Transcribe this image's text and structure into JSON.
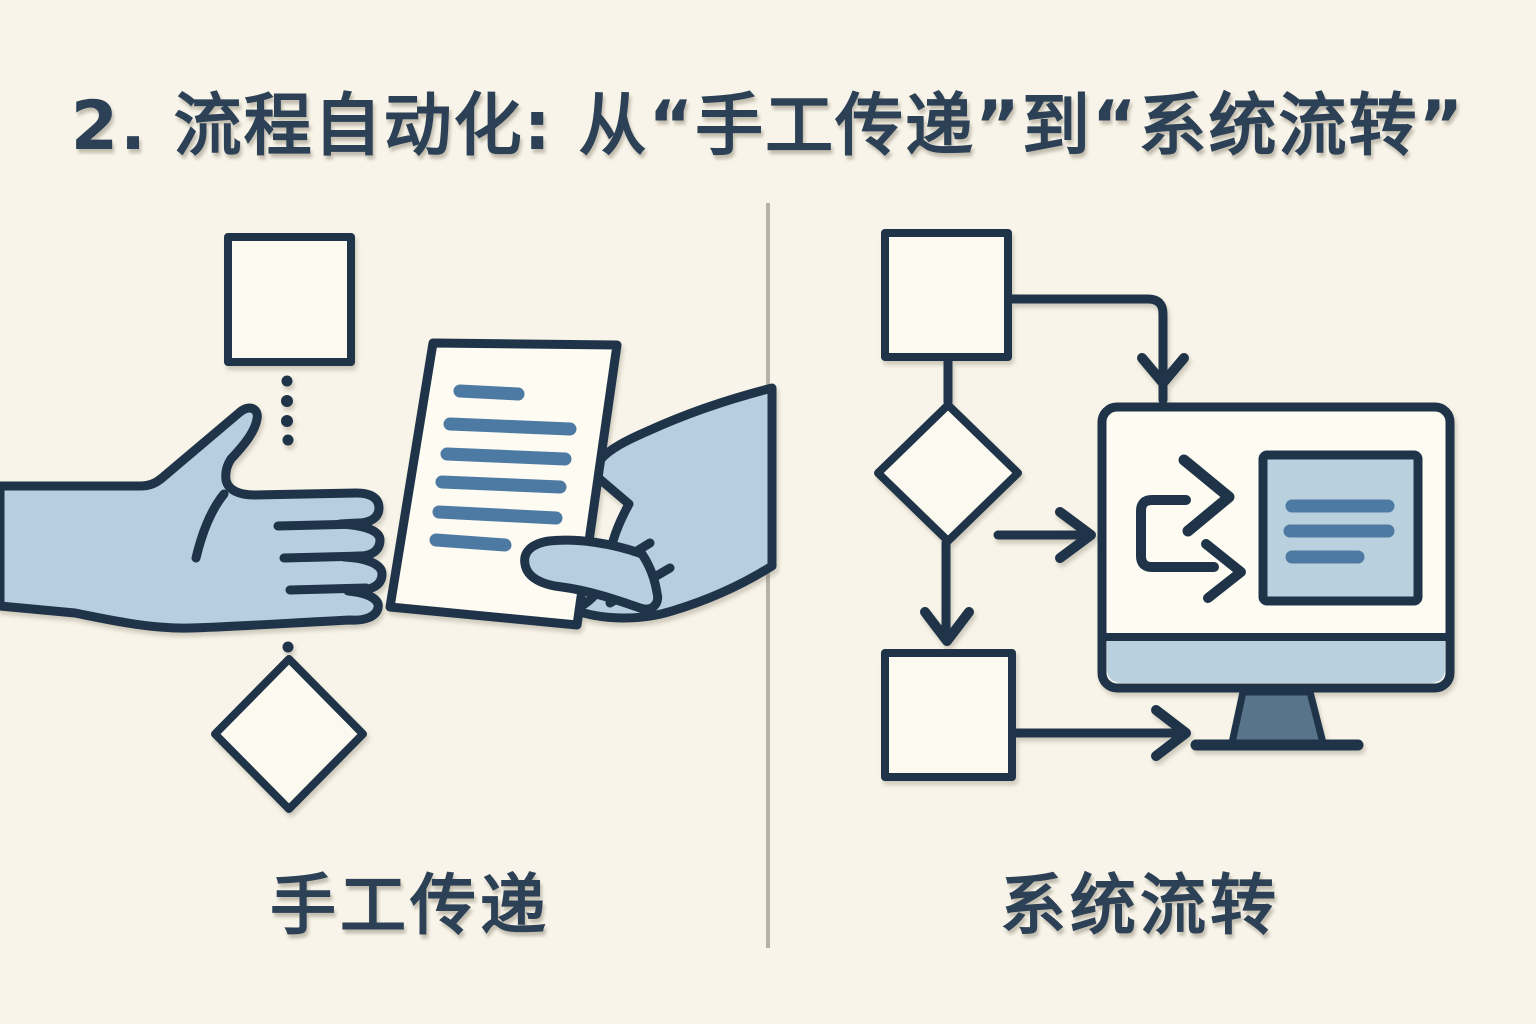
{
  "title": "2. 流程自动化: 从“手工传递”到“系统流转”",
  "left_panel": {
    "label": "手工传递",
    "elements": {
      "process_square_icon": "empty flowchart step box",
      "dotted_connector_icon": "4 dots between box and hands, 1 dot above diamond",
      "giving_hand_icon": "open hand reaching from left",
      "receiving_hand_icon": "hand from divider holding paper",
      "paper_document_icon": "tilted page with 6 text lines",
      "decision_diamond_icon": "empty flowchart decision diamond"
    },
    "document_line_count": 6
  },
  "right_panel": {
    "label": "系统流转",
    "elements": {
      "process_square_top_icon": "empty flowchart step box",
      "decision_diamond_icon": "empty flowchart decision diamond",
      "process_square_bottom_icon": "empty flowchart step box",
      "monitor_icon": "desktop computer displaying flow-in arrows and a data panel",
      "flow_arrow_icons": "solid arrows connecting steps into the system"
    },
    "screen_panel_line_count": 3
  },
  "colors": {
    "background": "#f8f4e9",
    "ink": "#1f3448",
    "title_ink": "#2c4156",
    "hand_fill": "#b6cedf",
    "accent_blue": "#4d7aa3",
    "bezel_blue": "#b9d0de",
    "stand_blue": "#57748a",
    "paper": "#fdfbf2",
    "shape_fill": "#fcf9f0",
    "divider_gray": "#b5b2a9"
  }
}
